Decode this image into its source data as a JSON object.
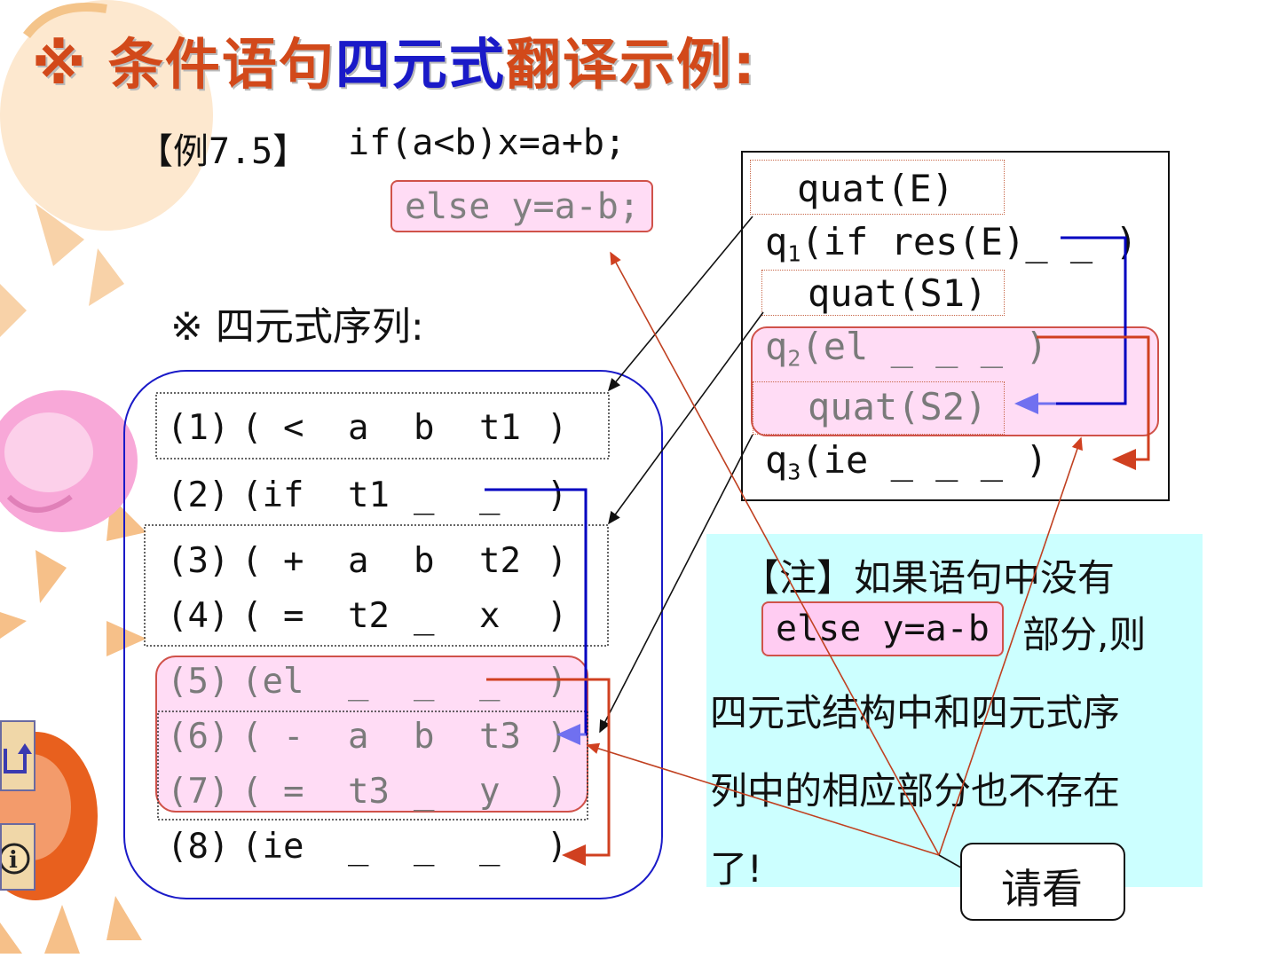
{
  "title": {
    "prefix": "※ 条件语句",
    "highlight": "四元式",
    "suffix": "翻译示例:"
  },
  "example": {
    "label": "【例7.5】",
    "code_if": "if(a<b)x=a+b;",
    "code_else": "else y=a-b;"
  },
  "sequence_heading": "※ 四元式序列:",
  "quads": [
    {
      "num": "(1)",
      "op": "( <",
      "a1": "a",
      "a2": "b",
      "res": "t1",
      "close": ")"
    },
    {
      "num": "(2)",
      "op": "(if",
      "a1": "t1",
      "a2": "_",
      "res": "_",
      "close": ")"
    },
    {
      "num": "(3)",
      "op": "( +",
      "a1": "a",
      "a2": "b",
      "res": "t2",
      "close": ")"
    },
    {
      "num": "(4)",
      "op": "( =",
      "a1": "t2",
      "a2": "_",
      "res": "x",
      "close": ")"
    },
    {
      "num": "(5)",
      "op": "(el",
      "a1": "_",
      "a2": "_",
      "res": "_",
      "close": ")"
    },
    {
      "num": "(6)",
      "op": "( -",
      "a1": "a",
      "a2": "b",
      "res": "t3",
      "close": ")"
    },
    {
      "num": "(7)",
      "op": "( =",
      "a1": "t3",
      "a2": "_",
      "res": "y",
      "close": ")"
    },
    {
      "num": "(8)",
      "op": "(ie",
      "a1": "_",
      "a2": "_",
      "res": "_",
      "close": ")"
    }
  ],
  "structure": {
    "quat_e": "quat(E)",
    "q1_sym": "q",
    "q1_sub": "1",
    "q1_rest": "(if res(E)_ _ )",
    "quat_s1": "quat(S1)",
    "q2_sym": "q",
    "q2_sub": "2",
    "q2_rest": "(el    _  _  _ )",
    "quat_s2": "quat(S2)",
    "q3_sym": "q",
    "q3_sub": "3",
    "q3_rest": "(ie   _  _  _ )"
  },
  "note": {
    "line1": "【注】如果语句中没有",
    "else_code": "else y=a-b",
    "line2_suffix": "部分,则",
    "line3": "四元式结构中和四元式序",
    "line4": "列中的相应部分也不存在",
    "line5": "了!"
  },
  "see_label": "请看",
  "nav_icons": [
    "return-icon",
    "info-icon"
  ],
  "colors": {
    "title_orange": "#d2491a",
    "title_blue": "#1a1ac8",
    "pink_fill": "#ffdcf5",
    "pink_border": "#d0524a",
    "note_bg": "#ccffff",
    "arrow_red": "#d04020",
    "arrow_blue": "#0000c0"
  }
}
